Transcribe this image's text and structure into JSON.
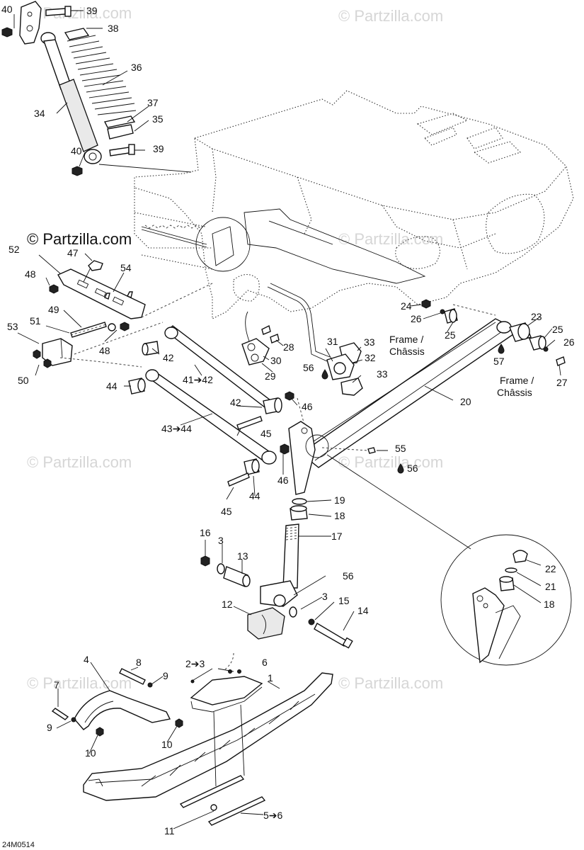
{
  "watermarks": [
    "© Partzilla.com",
    "© Partzilla.com",
    "© Partzilla.com",
    "© Partzilla.com",
    "© Partzilla.com",
    "© Partzilla.com",
    "© Partzilla.com",
    "© Partzilla.com"
  ],
  "watermark_dark": "© Partzilla.com",
  "diagram_code": "24M0514",
  "frame_label_line1": "Frame /",
  "frame_label_line2": "Châssis",
  "callouts": {
    "c40a": "40",
    "c39a": "39",
    "c38": "38",
    "c36": "36",
    "c34": "34",
    "c37": "37",
    "c35": "35",
    "c40b": "40",
    "c39b": "39",
    "c52": "52",
    "c47": "47",
    "c54": "54",
    "c48a": "48",
    "c49": "49",
    "c51": "51",
    "c48b": "48",
    "c53": "53",
    "c50": "50",
    "c42a": "42",
    "c41": "41➔42",
    "c44a": "44",
    "c42b": "42",
    "c43": "43➔44",
    "c45a": "45",
    "c46a": "46",
    "c45b": "45",
    "c44b": "44",
    "c46b": "46",
    "c28": "28",
    "c30": "30",
    "c29": "29",
    "c31": "31",
    "c33a": "33",
    "c32": "32",
    "c56a": "56",
    "c33b": "33",
    "c24": "24",
    "c26a": "26",
    "c25a": "25",
    "c23": "23",
    "c25b": "25",
    "c26b": "26",
    "c57": "57",
    "c27": "27",
    "c20": "20",
    "c55": "55",
    "c56b": "56",
    "c19": "19",
    "c18a": "18",
    "c17": "17",
    "c16": "16",
    "c3a": "3",
    "c13": "13",
    "c56c": "56",
    "c12": "12",
    "c3b": "3",
    "c15": "15",
    "c14": "14",
    "c22": "22",
    "c21": "21",
    "c18b": "18",
    "c4": "4",
    "c8": "8",
    "c9a": "9",
    "c7": "7",
    "c9b": "9",
    "c10a": "10",
    "c10b": "10",
    "c23b": "2➔3",
    "c6": "6",
    "c1": "1",
    "c11": "11",
    "c5": "5➔6"
  }
}
